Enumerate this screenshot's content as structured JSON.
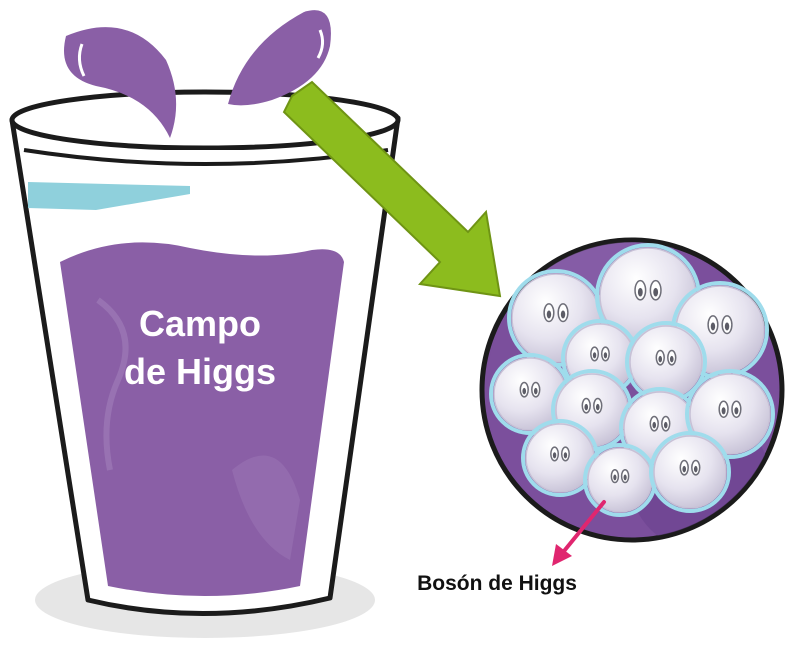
{
  "labels": {
    "field": [
      "Campo",
      "de Higgs"
    ],
    "boson": "Bosón de Higgs"
  },
  "colors": {
    "liquid": "#8a5fa6",
    "liquid_dark": "#6f4790",
    "splash": "#8a5fa6",
    "water_line": "#8fd0dc",
    "arrow": "#8cbc1e",
    "pointer": "#e0266f",
    "bubble": "#ecebf3",
    "bubble_ring": "#9fdcec",
    "circle_bg": "#7b4f9c",
    "outline": "#1b1b1b"
  },
  "icons": [
    "splash-drop-left",
    "splash-drop-right",
    "zoom-arrow",
    "pointer-arrow"
  ]
}
